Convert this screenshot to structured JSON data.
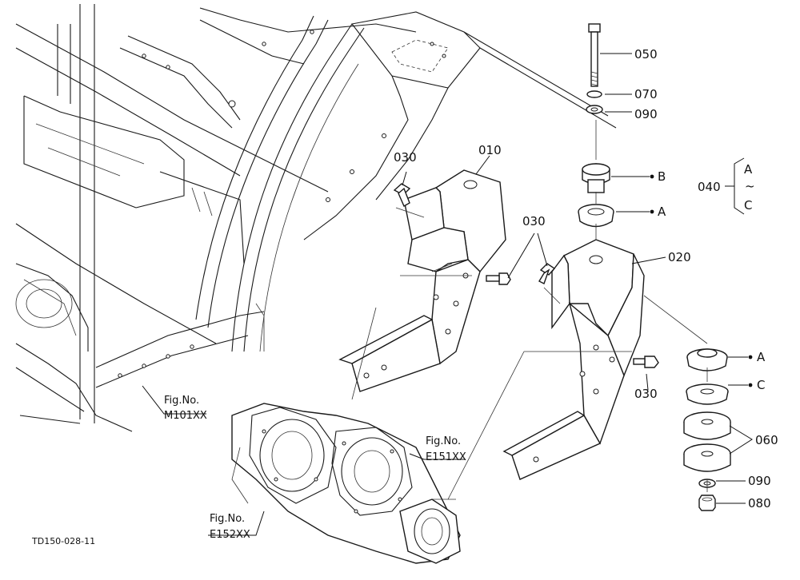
{
  "drawing_code": "TD150-028-11",
  "callouts": {
    "p050": "050",
    "p070": "070",
    "p090_top": "090",
    "p010": "010",
    "p030_left": "030",
    "p030_mid": "030",
    "p030_right": "030",
    "p020": "020",
    "p040": "040",
    "p060": "060",
    "p090_bottom": "090",
    "p080": "080"
  },
  "letters": {
    "b_top": "B",
    "a_top": "A",
    "a_bottom": "A",
    "c_bottom": "C",
    "bracket_a": "A",
    "bracket_tilde": "~",
    "bracket_c": "C"
  },
  "figure_refs": {
    "m101_prefix": "Fig.No.",
    "m101_code": "M101XX",
    "e151_prefix": "Fig.No.",
    "e151_code": "E151XX",
    "e152_prefix": "Fig.No.",
    "e152_code": "E152XX"
  }
}
